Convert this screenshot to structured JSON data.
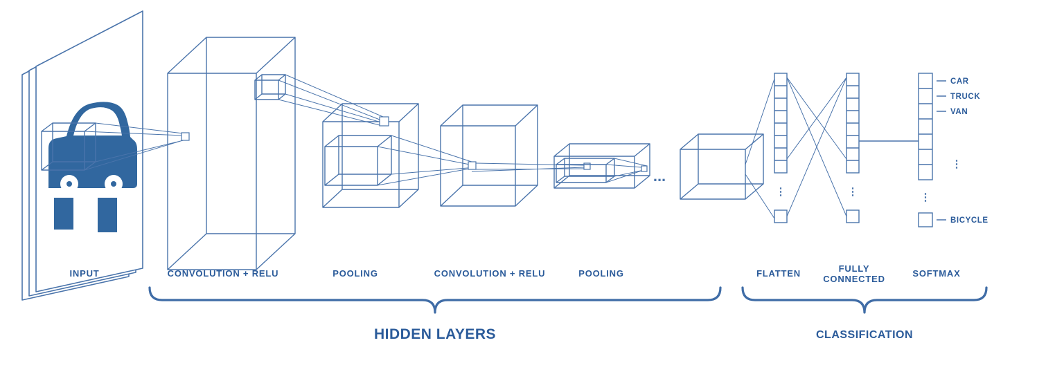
{
  "diagram": {
    "colors": {
      "line": "#4a74ab",
      "text": "#2b5b9a",
      "car_fill": "#31679f"
    },
    "stages": {
      "input": "INPUT",
      "conv1": "CONVOLUTION + RELU",
      "pool1": "POOLING",
      "conv2": "CONVOLUTION + RELU",
      "pool2": "POOLING",
      "flatten": "FLATTEN",
      "fc_line1": "FULLY",
      "fc_line2": "CONNECTED",
      "softmax": "SOFTMAX"
    },
    "groups": {
      "hidden_layers": "HIDDEN LAYERS",
      "classification": "CLASSIFICATION"
    },
    "output_classes": [
      "CAR",
      "TRUCK",
      "VAN",
      "BICYCLE"
    ],
    "ellipsis_horizontal": "...",
    "ellipsis_vertical": "⋮"
  }
}
